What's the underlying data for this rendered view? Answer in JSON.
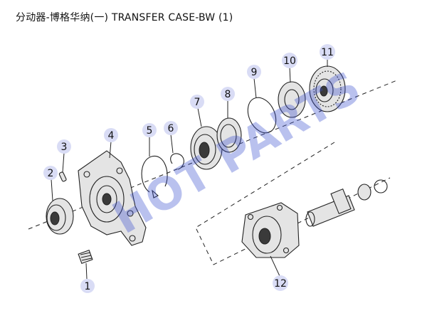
{
  "title": "分动器-博格华纳(一) TRANSFER CASE-BW (1)",
  "watermark": "HOT PARTS",
  "callouts": [
    {
      "label": "1"
    },
    {
      "label": "2"
    },
    {
      "label": "3"
    },
    {
      "label": "4"
    },
    {
      "label": "5"
    },
    {
      "label": "6"
    },
    {
      "label": "7"
    },
    {
      "label": "8"
    },
    {
      "label": "9"
    },
    {
      "label": "10"
    },
    {
      "label": "11"
    },
    {
      "label": "12"
    }
  ],
  "colors": {
    "callout_fill": "#d9dcf5",
    "watermark": "#3a4fd0",
    "line": "#222222"
  }
}
